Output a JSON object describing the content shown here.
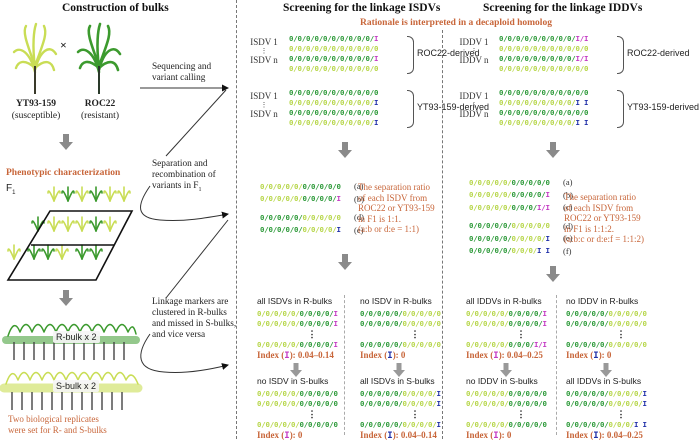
{
  "left_panel": {
    "title": "Construction of bulks",
    "parent1": {
      "name": "YT93-159",
      "trait": "(susceptible)"
    },
    "cross_symbol": "×",
    "parent2": {
      "name": "ROC22",
      "trait": "(resistant)"
    },
    "phenotypic_label": "Phenotypic characterization",
    "f1_label": "F",
    "f1_sub": "1",
    "r_bulk_label": "R-bulk x 2",
    "s_bulk_label": "S-bulk x 2",
    "replicates_note": "Two biological replicates were set  for R- and S-bulks"
  },
  "middle_notes": {
    "sequencing": "Sequencing and variant calling",
    "separation": "Separation and recombination of  variants in F",
    "separation_sub": "1",
    "linkage": "Linkage markers are clustered in R-bulks and missed in S-bulks, and vice versa"
  },
  "rationale": "Rationale is interpreted in a  decaploid homolog",
  "isdv_panel": {
    "title": "Screening for the linkage ISDVs",
    "roc_group": {
      "labels": [
        "ISDV 1",
        "⋮",
        "ISDV n"
      ],
      "rows": [
        {
          "light": 0,
          "dark": 10,
          "purple": 1,
          "blue": 0
        },
        {
          "light": 11,
          "dark": 0,
          "purple": 0,
          "blue": 0
        },
        {
          "light": 0,
          "dark": 10,
          "purple": 1,
          "blue": 0
        },
        {
          "light": 11,
          "dark": 0,
          "purple": 0,
          "blue": 0
        }
      ],
      "derived": "ROC22-derived"
    },
    "yt_group": {
      "labels": [
        "ISDV 1",
        "⋮",
        "ISDV n"
      ],
      "rows": [
        {
          "light": 0,
          "dark": 11,
          "purple": 0,
          "blue": 0
        },
        {
          "light": 10,
          "dark": 0,
          "purple": 0,
          "blue": 1
        },
        {
          "light": 0,
          "dark": 11,
          "purple": 0,
          "blue": 0
        },
        {
          "light": 10,
          "dark": 0,
          "purple": 0,
          "blue": 1
        }
      ],
      "derived": "YT93-159-derived"
    },
    "f1_rows": [
      {
        "pattern": "LLLLLDDDDD",
        "end": "",
        "letter": "(a)"
      },
      {
        "pattern": "LLLLLDDDD",
        "end": "P",
        "letter": "(b)"
      },
      {
        "pattern": "DDDDDLLLLL",
        "end": "",
        "letter": "(d)"
      },
      {
        "pattern": "DDDDDLLLL",
        "end": "B",
        "letter": "(e)"
      }
    ],
    "ratio_note": [
      "The separation ratio",
      "of each ISDV from",
      "ROC22 or YT93-159",
      "in F1 is 1:1.",
      "(a:b or d:e = 1:1)"
    ],
    "results": {
      "r_all": {
        "title": "all ISDVs in R-bulks",
        "index_label": "Index (",
        "index_value": "): 0.04–0.14"
      },
      "r_none": {
        "title": "no ISDV in R-bulks",
        "index_label": "Index (",
        "index_value": "): 0"
      },
      "s_none": {
        "title": "no ISDV in S-bulks",
        "index_label": "Index (",
        "index_value": "): 0"
      },
      "s_all": {
        "title": "all ISDVs in S-bulks",
        "index_label": "Index (",
        "index_value": "): 0.04–0.14"
      }
    }
  },
  "iddv_panel": {
    "title": "Screening for the linkage IDDVs",
    "roc_group": {
      "labels": [
        "IDDV 1",
        "⋮",
        "IDDV n"
      ],
      "derived": "ROC22-derived"
    },
    "yt_group": {
      "labels": [
        "IDDV 1",
        "⋮",
        "IDDV n"
      ],
      "derived": "YT93-159-derived"
    },
    "f1_rows": [
      {
        "letter": "(a)"
      },
      {
        "letter": "(b)"
      },
      {
        "letter": "(c)"
      },
      {
        "letter": "(d)"
      },
      {
        "letter": "(e)"
      },
      {
        "letter": "(f)"
      }
    ],
    "ratio_note": [
      "The separation ratio",
      "of each ISDV from",
      "ROC22 or YT93-159",
      "in F1 is 1:1:2.",
      "(a:b:c or d:e:f = 1:1:2)"
    ],
    "results": {
      "r_all": {
        "title": "all IDDVs in R-bulks",
        "index_label": "Index (",
        "index_value": "): 0.04–0.25"
      },
      "r_none": {
        "title": "no IDDV in R-bulks",
        "index_label": "Index (",
        "index_value": "): 0"
      },
      "s_none": {
        "title": "no IDDV in S-bulks",
        "index_label": "Index (",
        "index_value": "): 0"
      },
      "s_all": {
        "title": "all IDDVs in S-bulks",
        "index_label": "Index (",
        "index_value": "): 0.04–0.25"
      }
    }
  },
  "colors": {
    "light_allele": "#b7d64a",
    "dark_allele": "#2e9a3a",
    "roc_variant": "#c43bc4",
    "yt_variant": "#1f2fa8",
    "accent_text": "#c8663a"
  },
  "genotype_token": "0/"
}
